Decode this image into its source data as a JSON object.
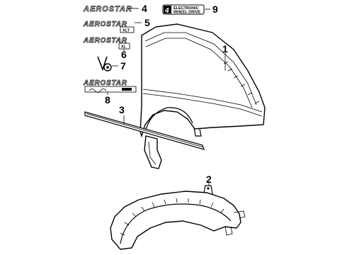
{
  "callouts": {
    "c1": "1",
    "c2": "2",
    "c3": "3",
    "c4": "4",
    "c5": "5",
    "c6": "6",
    "c7": "7",
    "c8": "8",
    "c9": "9"
  },
  "emblems": {
    "aerostar": "AEROSTAR",
    "xl": "XL",
    "xlt": "XLT",
    "v6": "V6",
    "four": "4",
    "electronic": "ELECTRONIC",
    "wheel_drive": "WHEEL DRIVE"
  }
}
